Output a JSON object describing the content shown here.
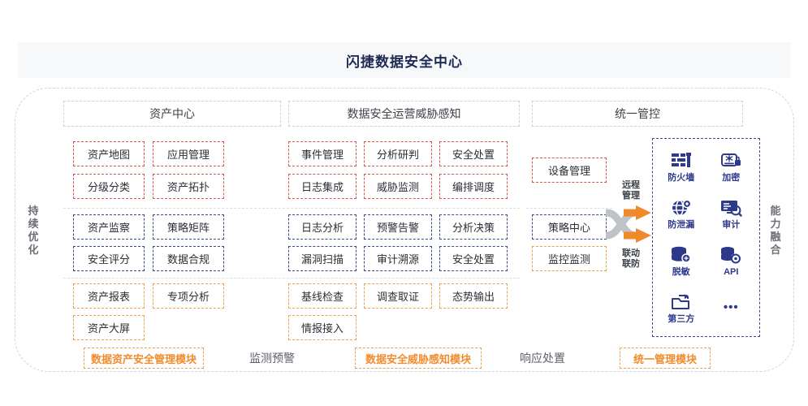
{
  "header": {
    "title": "闪捷数据安全中心"
  },
  "side_labels": {
    "left": {
      "chars": [
        "持",
        "续",
        "优",
        "化"
      ],
      "text": "持续优化"
    },
    "right": {
      "chars": [
        "能",
        "力",
        "融",
        "合"
      ],
      "text": "能力融合"
    }
  },
  "columns": [
    {
      "key": "asset-center",
      "header": "资产中心",
      "groups": [
        {
          "color": "red",
          "items": [
            "资产地图",
            "应用管理",
            "分级分类",
            "资产拓扑"
          ]
        },
        {
          "color": "blue",
          "items": [
            "资产监察",
            "策略矩阵",
            "安全评分",
            "数据合规"
          ]
        },
        {
          "color": "orange",
          "items": [
            "资产报表",
            "专项分析",
            "资产大屏"
          ]
        }
      ]
    },
    {
      "key": "dsop-threat",
      "header": "数据安全运营威胁感知",
      "groups": [
        {
          "color": "red",
          "items": [
            "事件管理",
            "分析研判",
            "安全处置",
            "日志集成",
            "威胁监测",
            "编排调度"
          ]
        },
        {
          "color": "blue",
          "items": [
            "日志分析",
            "预警告警",
            "分析决策",
            "漏洞扫描",
            "审计溯源",
            "安全处置"
          ]
        },
        {
          "color": "orange",
          "items": [
            "基线检查",
            "调查取证",
            "态势输出",
            "情报接入"
          ]
        }
      ]
    },
    {
      "key": "unified-control",
      "header": "统一管控",
      "groups": [
        {
          "color": "red",
          "items": [
            "设备管理"
          ]
        },
        {
          "color": "blue",
          "items": [
            "策略中心"
          ]
        },
        {
          "color": "orange",
          "items": [
            "监控监测"
          ]
        }
      ]
    }
  ],
  "arrows": {
    "top_label_l1": "远程",
    "top_label_l2": "管理",
    "bottom_label_l1": "联动",
    "bottom_label_l2": "联防"
  },
  "capabilities": [
    {
      "icon": "firewall-icon",
      "label": "防火墙"
    },
    {
      "icon": "encryption-icon",
      "label": "加密"
    },
    {
      "icon": "dlp-icon",
      "label": "防泄漏"
    },
    {
      "icon": "audit-icon",
      "label": "审计"
    },
    {
      "icon": "masking-icon",
      "label": "脱敏"
    },
    {
      "icon": "api-icon",
      "label": "API"
    },
    {
      "icon": "thirdparty-icon",
      "label": "第三方"
    },
    {
      "icon": "more-dots-icon",
      "label": "•••"
    }
  ],
  "bottom": {
    "module_tags": [
      "数据资产安全管理模块",
      "数据安全威胁感知模块",
      "统一管理模块"
    ],
    "flow_tags": [
      "监测预警",
      "响应处置"
    ]
  },
  "colors": {
    "title_text": "#1f2a54",
    "title_band": "#f7f8fa",
    "red": "#d9534f",
    "blue": "#3b4a8c",
    "orange": "#f0a049",
    "orange_text": "#f08c2e",
    "icon_navy": "#2d3a8c",
    "frame_gray": "#d2d4d8"
  }
}
